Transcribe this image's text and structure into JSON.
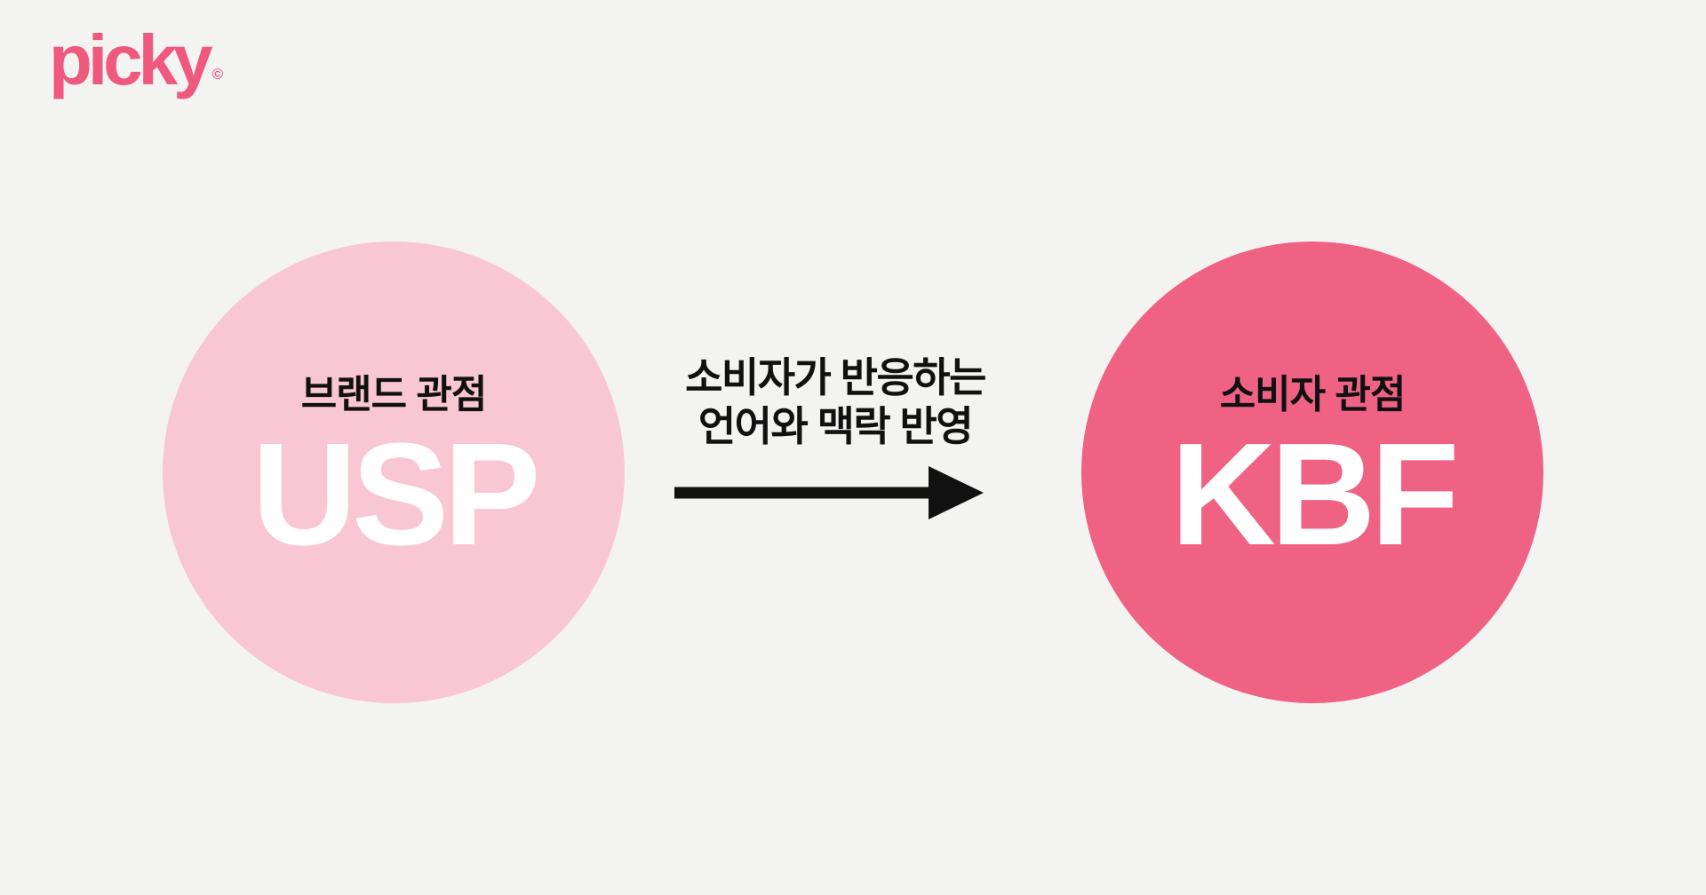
{
  "colors": {
    "background": "#F3F3F1",
    "circle_left": "#F9C6D4",
    "circle_right": "#F06283",
    "logo": "#F0597E",
    "text_dark": "#111111",
    "text_light": "#FFFFFF"
  },
  "logo": {
    "text": "picky",
    "mark": "©"
  },
  "diagram": {
    "left_circle": {
      "label": "브랜드 관점",
      "title": "USP"
    },
    "arrow_annotation": {
      "lines": [
        "소비자가 반응하는",
        "언어와 맥락 반영"
      ]
    },
    "right_circle": {
      "label": "소비자 관점",
      "title": "KBF"
    }
  }
}
